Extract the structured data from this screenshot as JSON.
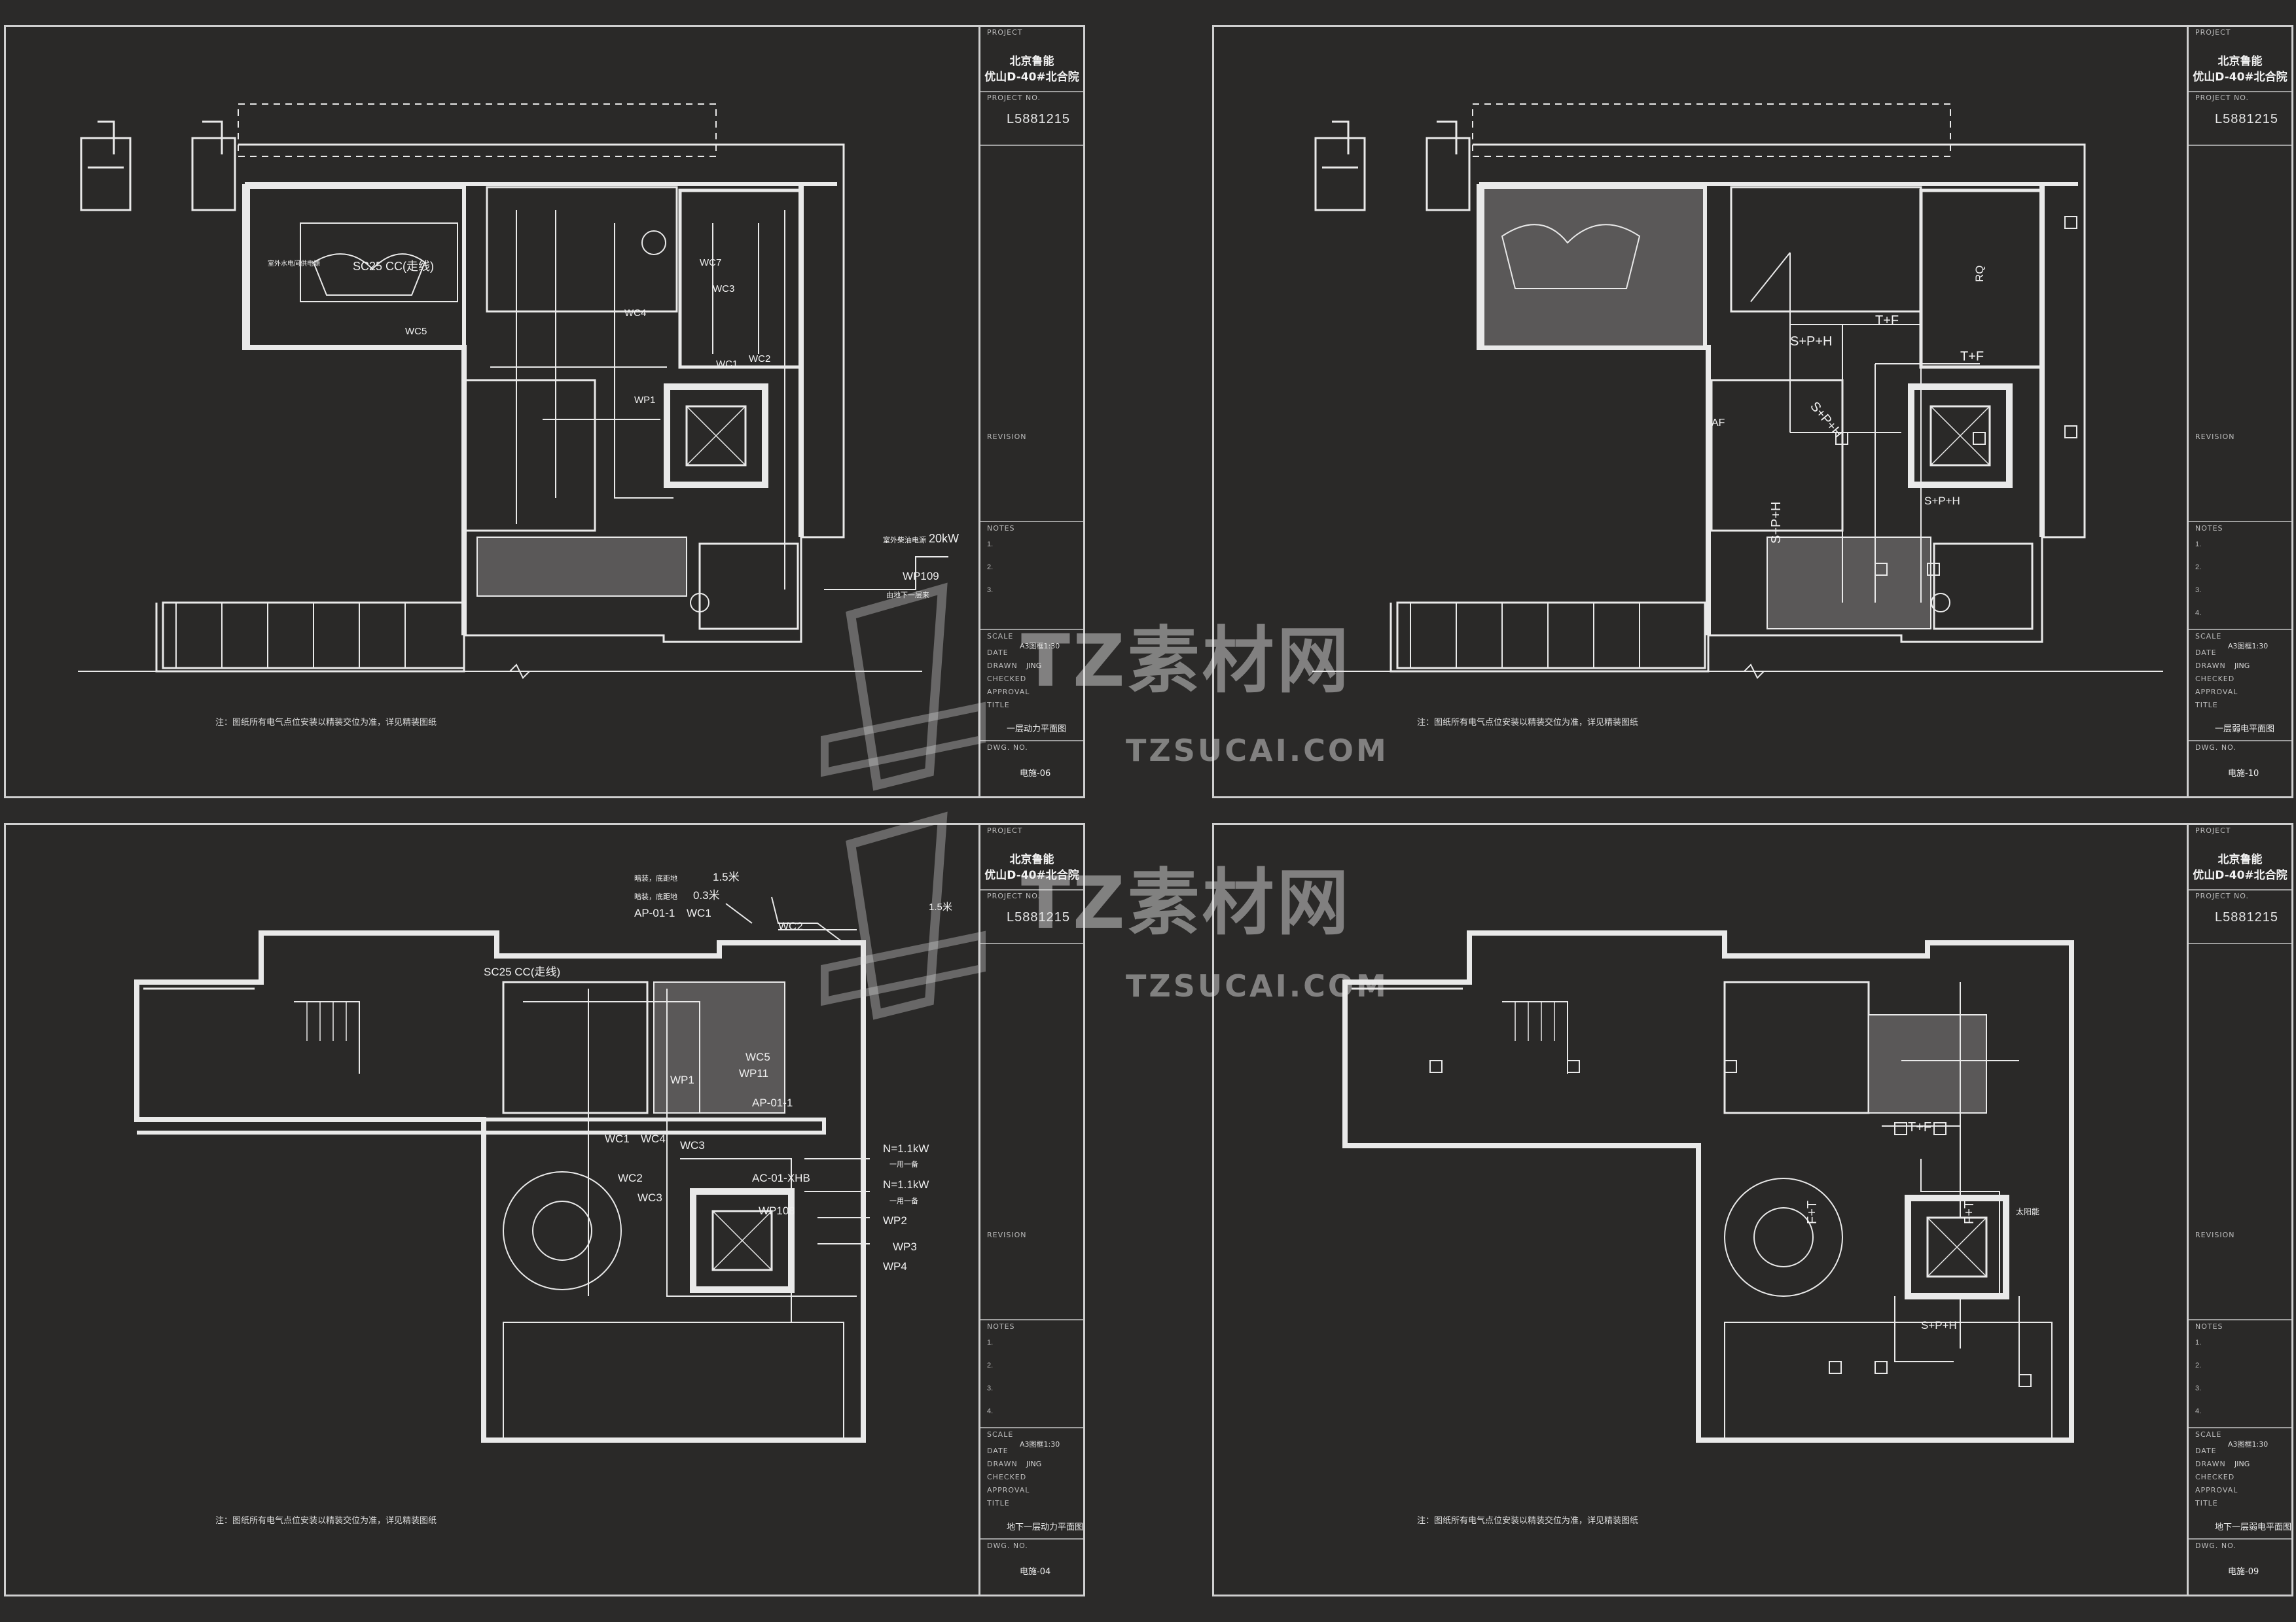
{
  "sheets": [
    {
      "client": "北京鲁能",
      "project": "优山D-40#北合院",
      "project_no": "L5881215",
      "scale": "A3图框1:30",
      "drawn": "JING",
      "title": "一层动力平面图",
      "dwg_no": "电施-06",
      "note": "注：图纸所有电气点位安装以精装交位为准，详见精装图纸",
      "labels": {
        "a": "SC25 CC(走线)",
        "b": "WC5",
        "c": "WC4",
        "d": "WC7",
        "e": "WC3",
        "f": "WC1",
        "g": "WC2",
        "h": "WP1",
        "i": "WP109",
        "j": "20kW",
        "k": "室外柴油电源",
        "l": "由地下一层来",
        "m": "室外水电间供电源"
      }
    },
    {
      "client": "北京鲁能",
      "project": "优山D-40#北合院",
      "project_no": "L5881215",
      "scale": "A3图框1:30",
      "drawn": "JING",
      "title": "一层弱电平面图",
      "dwg_no": "电施-10",
      "note": "注：图纸所有电气点位安装以精装交位为准，详见精装图纸",
      "labels": {
        "a": "T+F",
        "b": "S+P+H",
        "c": "T+F",
        "d": "S+P+H",
        "e": "AF",
        "f": "S+P+H",
        "g": "S+P+H",
        "h": "RQ"
      }
    },
    {
      "client": "北京鲁能",
      "project": "优山D-40#北合院",
      "project_no": "L5881215",
      "scale": "A3图框1:30",
      "drawn": "JING",
      "title": "地下一层动力平面图",
      "dwg_no": "电施-04",
      "note": "注：图纸所有电气点位安装以精装交位为准，详见精装图纸",
      "labels": {
        "a": "1.5米",
        "b": "0.3米",
        "c": "AP-01-1",
        "d": "WC1",
        "e": "WC2",
        "f": "1.5米",
        "g": "SC25 CC(走线)",
        "h": "WP1",
        "i": "WP11",
        "j": "WC5",
        "k": "AP-01-1",
        "l": "WC4",
        "m": "WC2",
        "n": "WC3",
        "o": "AC-01-XHB",
        "p": "WP108",
        "q": "N=1.1kW",
        "r": "N=1.1kW",
        "s": "WP2",
        "t": "WP3",
        "u": "WP4",
        "v": "WC1",
        "w": "WC3",
        "x": "暗装，底距地",
        "y": "暗装，底距地",
        "z": "一用一备",
        "aa": "一用一备"
      }
    },
    {
      "client": "北京鲁能",
      "project": "优山D-40#北合院",
      "project_no": "L5881215",
      "scale": "A3图框1:30",
      "drawn": "JING",
      "title": "地下一层弱电平面图",
      "dwg_no": "电施-09",
      "note": "注：图纸所有电气点位安装以精装交位为准，详见精装图纸",
      "labels": {
        "a": "T+F",
        "b": "F+T",
        "c": "S+P+H",
        "d": "F+T",
        "e": "太阳能"
      }
    }
  ],
  "titleblock": {
    "project_label": "PROJECT",
    "projno_label": "PROJECT NO.",
    "revision_label": "REVISION",
    "notes_label": "NOTES",
    "scale_label": "SCALE",
    "date_label": "DATE",
    "drawn_label": "DRAWN",
    "checked_label": "CHECKED",
    "approval_label": "APPROVAL",
    "title_label": "TITLE",
    "dwg_label": "DWG. NO."
  },
  "watermark": {
    "brand": "TZ素材网",
    "url": "TZSUCAI.COM"
  }
}
